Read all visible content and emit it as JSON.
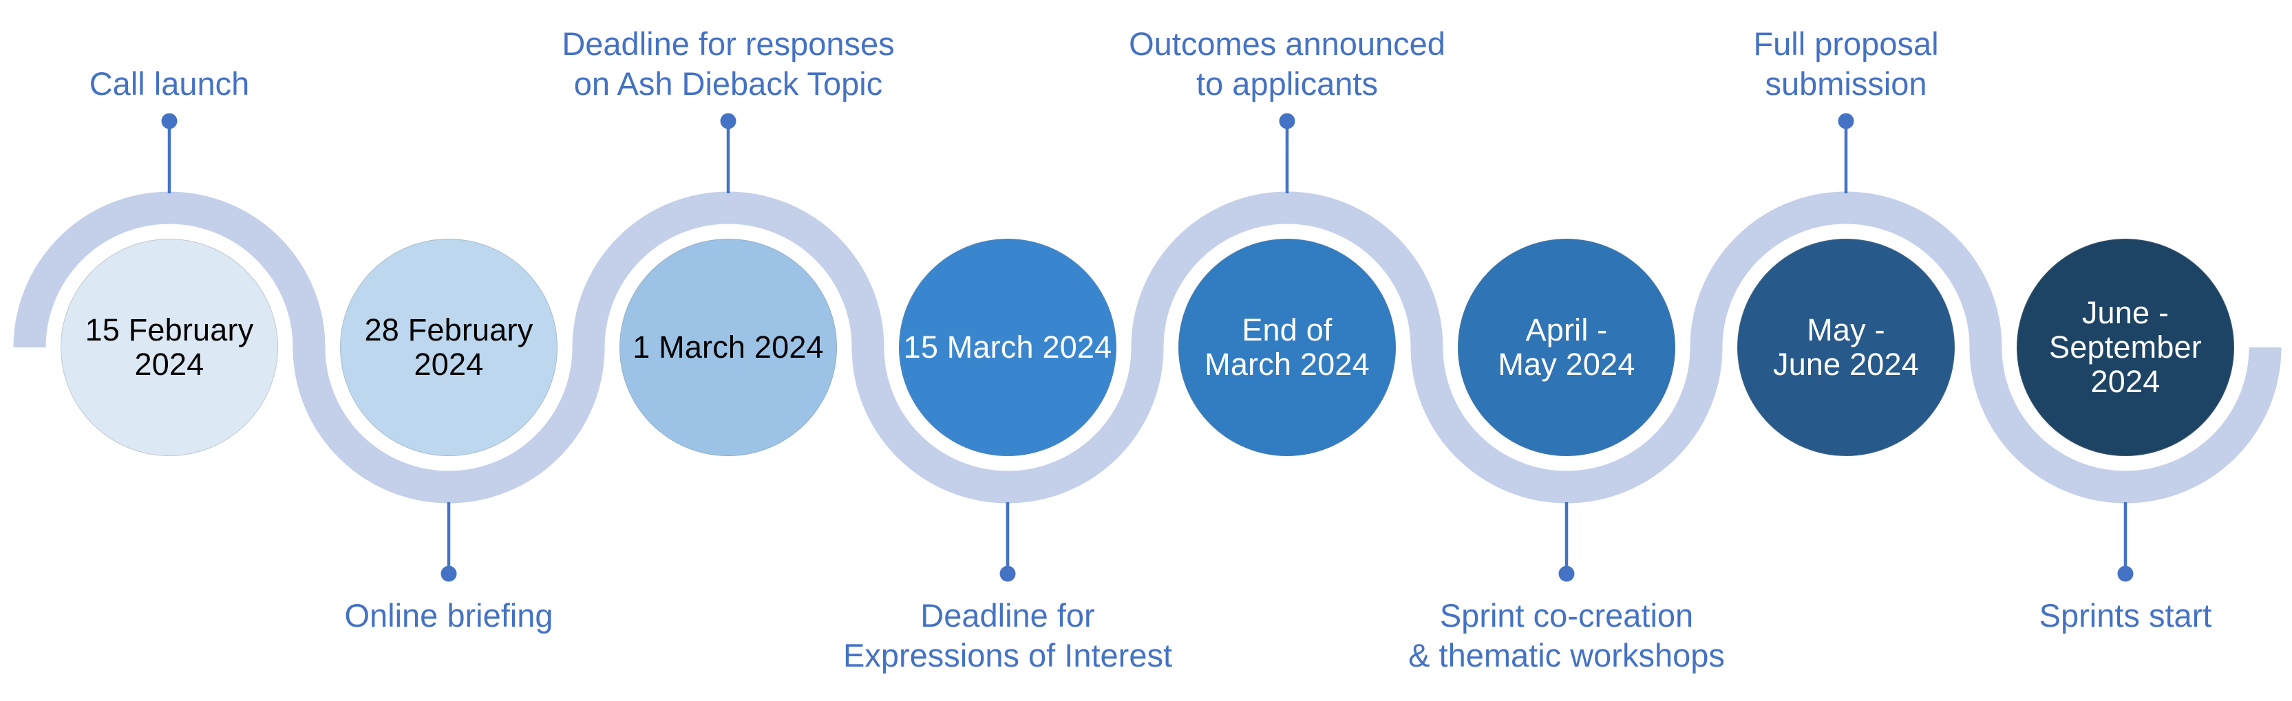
{
  "timeline": {
    "colors": {
      "ribbon": "#c4d0e9",
      "connector": "#4472c4",
      "label_text": "#4472c4"
    },
    "milestones": [
      {
        "date": "15 February\n2024",
        "label": "Call launch",
        "label_position": "above",
        "circle_color": "#dce8f4",
        "date_text_color": "#000000"
      },
      {
        "date": "28 February\n2024",
        "label": "Online briefing",
        "label_position": "below",
        "circle_color": "#bcd7ee",
        "date_text_color": "#000000"
      },
      {
        "date": "1 March 2024",
        "label": "Deadline for responses\non Ash Dieback Topic",
        "label_position": "above",
        "circle_color": "#9cc3e5",
        "date_text_color": "#000000"
      },
      {
        "date": "15 March 2024",
        "label": "Deadline for\nExpressions of Interest",
        "label_position": "below",
        "circle_color": "#3a86ce",
        "date_text_color": "#ffffff"
      },
      {
        "date": "End of\nMarch 2024",
        "label": "Outcomes announced\nto applicants",
        "label_position": "above",
        "circle_color": "#327cc1",
        "date_text_color": "#ffffff"
      },
      {
        "date": "April -\nMay 2024",
        "label": "Sprint co-creation\n& thematic workshops",
        "label_position": "below",
        "circle_color": "#2f74b5",
        "date_text_color": "#ffffff"
      },
      {
        "date": "May -\nJune 2024",
        "label": "Full proposal\nsubmission",
        "label_position": "above",
        "circle_color": "#27598a",
        "date_text_color": "#ffffff"
      },
      {
        "date": "June -\nSeptember\n2024",
        "label": "Sprints start",
        "label_position": "below",
        "circle_color": "#1e4465",
        "date_text_color": "#ffffff"
      }
    ]
  }
}
